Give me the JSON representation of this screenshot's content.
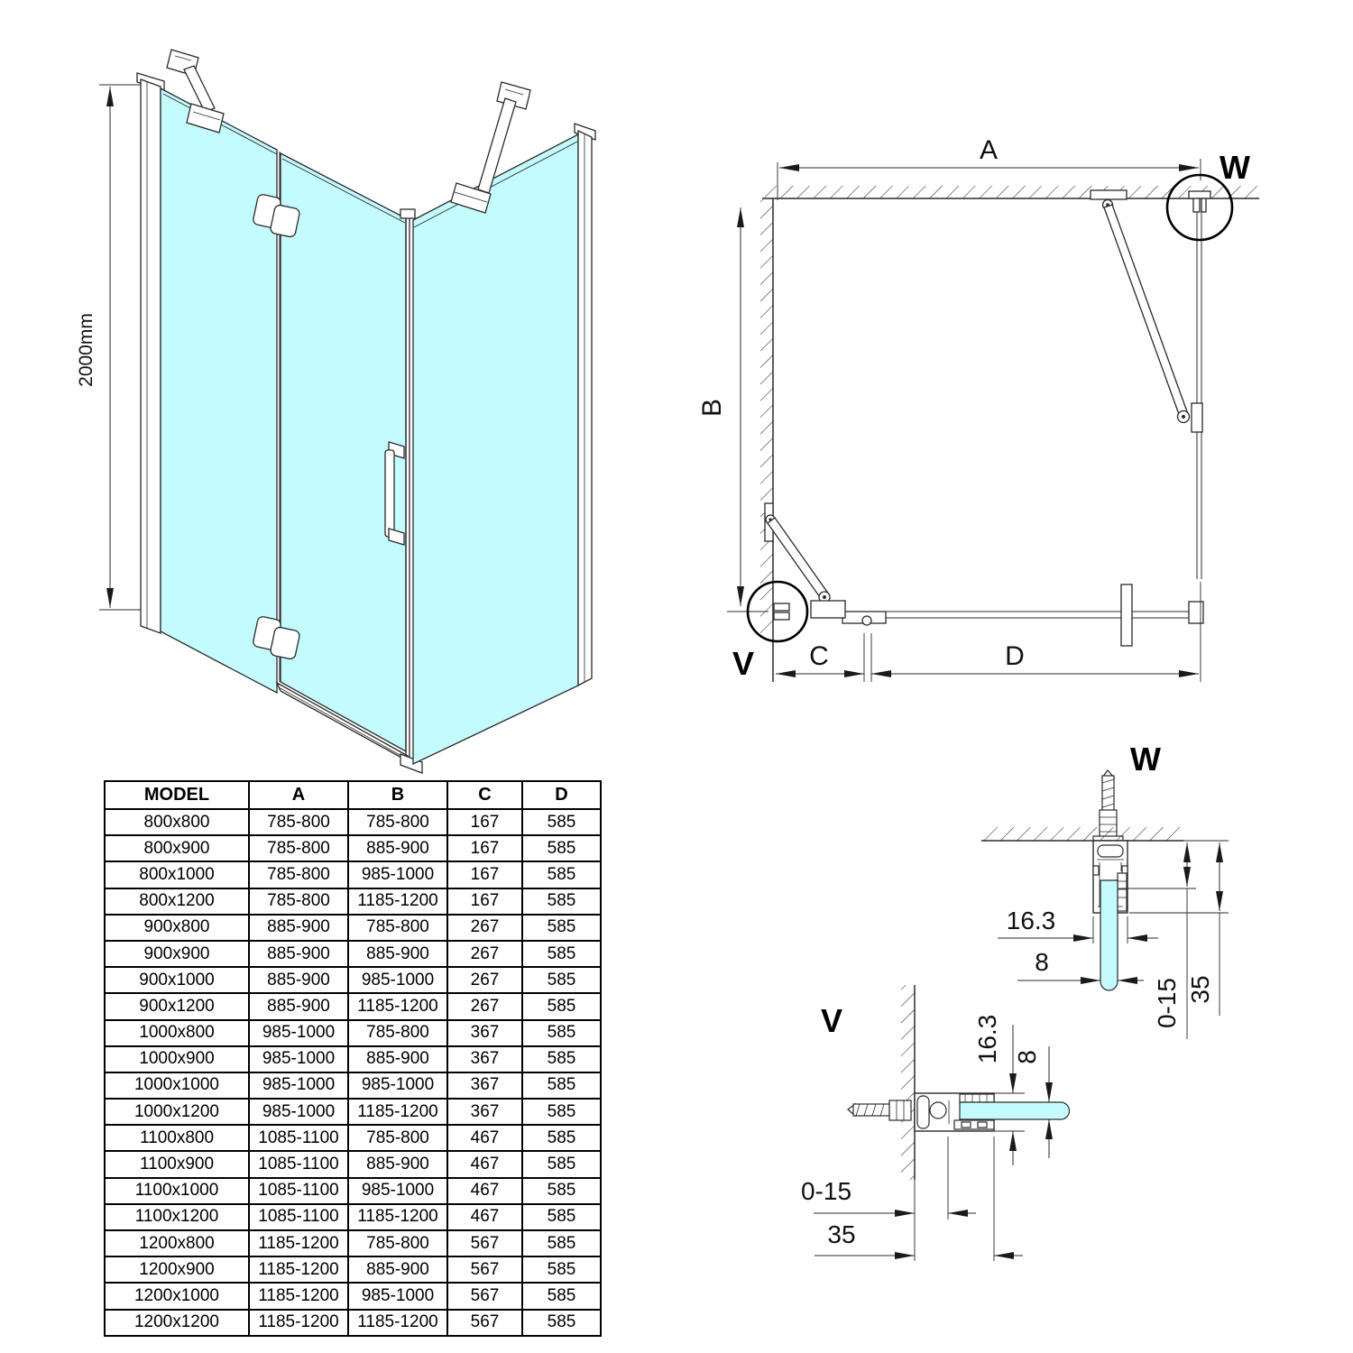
{
  "colors": {
    "glass": "#c4fbff",
    "line": "#2a2a2a",
    "black": "#000000"
  },
  "perspective_view": {
    "height_label": "2000mm"
  },
  "plan_view": {
    "labels": {
      "a": "A",
      "b": "B",
      "c": "C",
      "d": "D",
      "w": "W",
      "v": "V"
    }
  },
  "details": {
    "w": {
      "title": "W",
      "profile_depth": "16.3",
      "glass_thickness": "8",
      "adjustment": "0-15",
      "profile_width": "35"
    },
    "v": {
      "title": "V",
      "profile_depth": "16.3",
      "glass_thickness": "8",
      "adjustment": "0-15",
      "profile_width": "35"
    }
  },
  "table": {
    "headers": [
      "MODEL",
      "A",
      "B",
      "C",
      "D"
    ],
    "rows": [
      [
        "800x800",
        "785-800",
        "785-800",
        "167",
        "585"
      ],
      [
        "800x900",
        "785-800",
        "885-900",
        "167",
        "585"
      ],
      [
        "800x1000",
        "785-800",
        "985-1000",
        "167",
        "585"
      ],
      [
        "800x1200",
        "785-800",
        "1185-1200",
        "167",
        "585"
      ],
      [
        "900x800",
        "885-900",
        "785-800",
        "267",
        "585"
      ],
      [
        "900x900",
        "885-900",
        "885-900",
        "267",
        "585"
      ],
      [
        "900x1000",
        "885-900",
        "985-1000",
        "267",
        "585"
      ],
      [
        "900x1200",
        "885-900",
        "1185-1200",
        "267",
        "585"
      ],
      [
        "1000x800",
        "985-1000",
        "785-800",
        "367",
        "585"
      ],
      [
        "1000x900",
        "985-1000",
        "885-900",
        "367",
        "585"
      ],
      [
        "1000x1000",
        "985-1000",
        "985-1000",
        "367",
        "585"
      ],
      [
        "1000x1200",
        "985-1000",
        "1185-1200",
        "367",
        "585"
      ],
      [
        "1100x800",
        "1085-1100",
        "785-800",
        "467",
        "585"
      ],
      [
        "1100x900",
        "1085-1100",
        "885-900",
        "467",
        "585"
      ],
      [
        "1100x1000",
        "1085-1100",
        "985-1000",
        "467",
        "585"
      ],
      [
        "1100x1200",
        "1085-1100",
        "1185-1200",
        "467",
        "585"
      ],
      [
        "1200x800",
        "1185-1200",
        "785-800",
        "567",
        "585"
      ],
      [
        "1200x900",
        "1185-1200",
        "885-900",
        "567",
        "585"
      ],
      [
        "1200x1000",
        "1185-1200",
        "985-1000",
        "567",
        "585"
      ],
      [
        "1200x1200",
        "1185-1200",
        "1185-1200",
        "567",
        "585"
      ]
    ]
  }
}
